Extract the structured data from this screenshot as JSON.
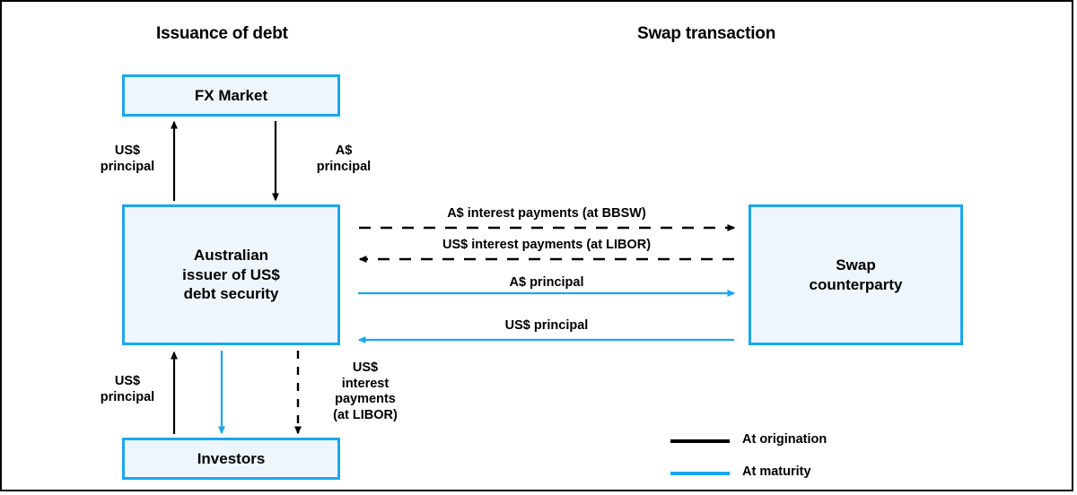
{
  "figure": {
    "sections": [
      {
        "id": "issuance",
        "title": "Issuance of debt"
      },
      {
        "id": "swap",
        "title": "Swap transaction"
      }
    ],
    "colors": {
      "origination": "#000000",
      "maturity": "#18a7f0",
      "node_fill": "#eef5fd",
      "node_border": "#18a7f0",
      "frame_border": "#000000"
    },
    "nodes": {
      "fx_market": {
        "label": "FX Market"
      },
      "issuer": {
        "line1": "Australian",
        "line2": "issuer of US$",
        "line3": "debt security"
      },
      "investors": {
        "label": "Investors"
      },
      "counterparty": {
        "line1": "Swap",
        "line2": "counterparty"
      }
    },
    "flows": {
      "fx_to_issuer_up": {
        "line1": "US$",
        "line2": "principal",
        "direction": "up",
        "style": "solid",
        "phase": "At origination"
      },
      "fx_to_issuer_down": {
        "line1": "A$",
        "line2": "principal",
        "direction": "down",
        "style": "solid",
        "phase": "At origination"
      },
      "investors_to_issuer": {
        "line1": "US$",
        "line2": "principal",
        "direction": "up",
        "style": "solid",
        "phase": "At origination"
      },
      "issuer_to_investors_principal": {
        "label": "",
        "direction": "down",
        "style": "solid",
        "phase": "At maturity"
      },
      "issuer_to_investors_interest": {
        "line1": "US$",
        "line2": "interest",
        "line3": "payments",
        "line4": "(at LIBOR)",
        "direction": "down",
        "style": "dashed",
        "phase": "At origination"
      },
      "swap_a_interest": {
        "label": "A$ interest payments (at BBSW)",
        "direction": "right",
        "style": "dashed",
        "phase": "At origination"
      },
      "swap_us_interest": {
        "label": "US$ interest payments (at LIBOR)",
        "direction": "left",
        "style": "dashed",
        "phase": "At origination"
      },
      "swap_a_principal": {
        "label": "A$ principal",
        "direction": "right",
        "style": "solid",
        "phase": "At maturity"
      },
      "swap_us_principal": {
        "label": "US$ principal",
        "direction": "left",
        "style": "solid",
        "phase": "At maturity"
      }
    },
    "legend": {
      "items": [
        {
          "label": "At origination",
          "color": "#000000"
        },
        {
          "label": "At maturity",
          "color": "#18a7f0"
        }
      ]
    }
  }
}
